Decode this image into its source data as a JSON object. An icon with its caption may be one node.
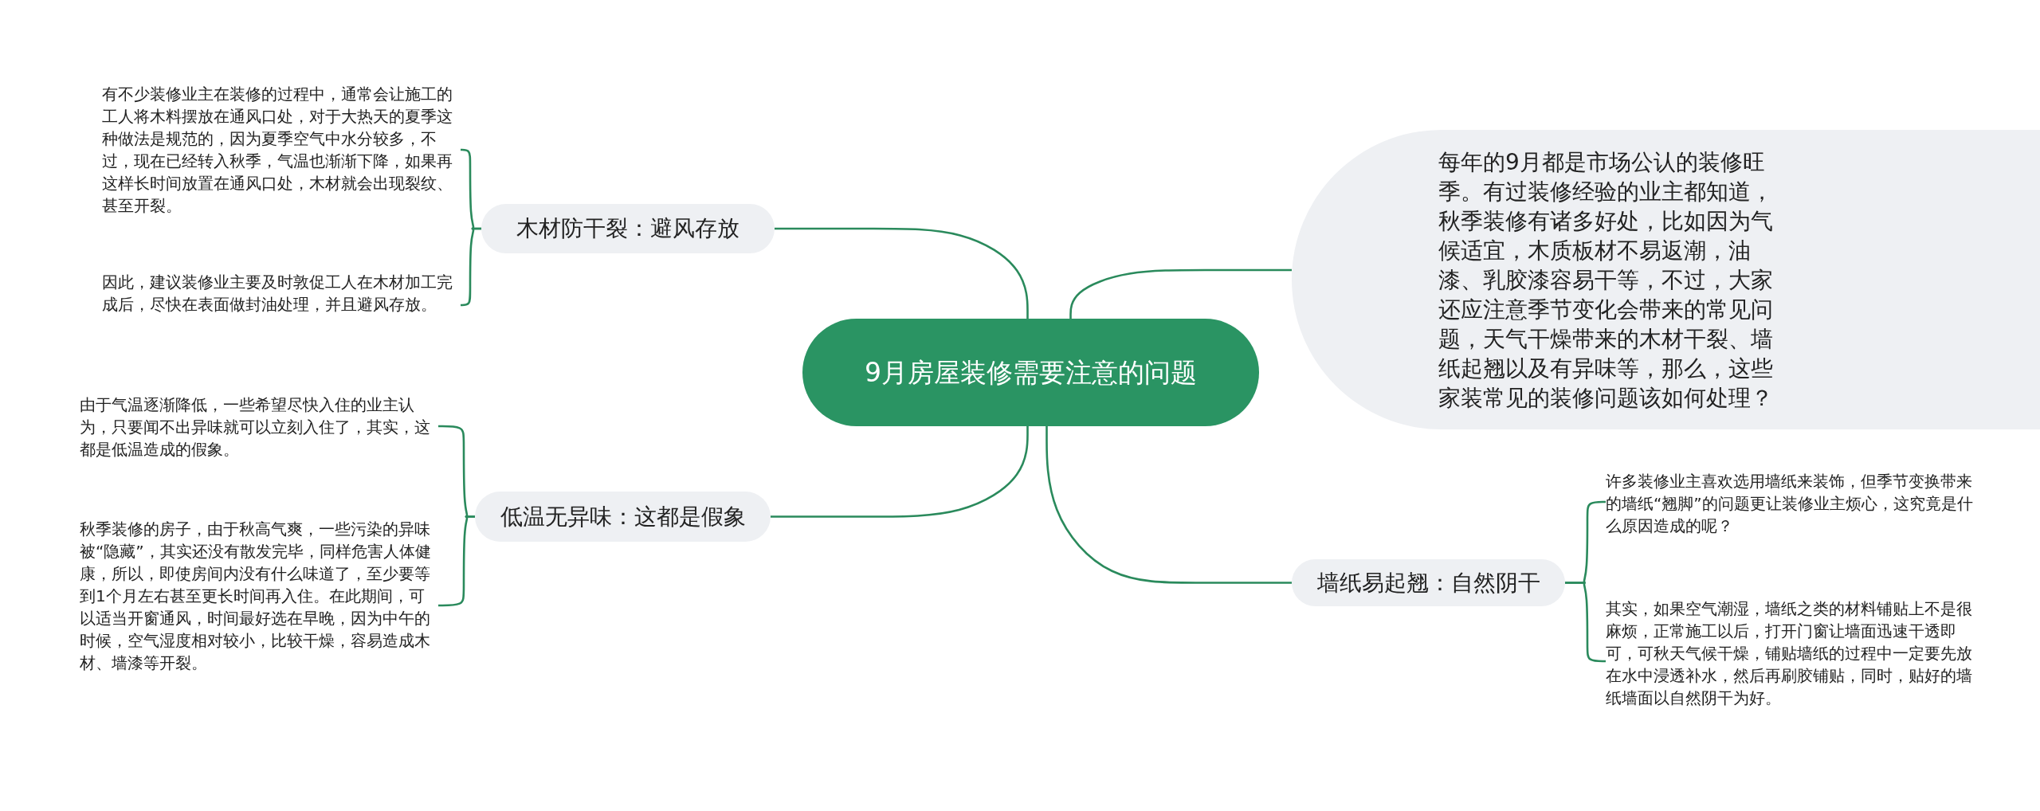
{
  "diagram": {
    "nodes": [
      {
        "text": [
          "9月房屋装修需要注意的问题"
        ]
      },
      {
        "text": [
          "木材防干裂：避风存放"
        ]
      },
      {
        "text": [
          "有不少装修业主在装修的过程中，通常会让施工的工人将木料摆放在通风口处，对于大热天的夏季这种做法是规范的，因为夏季空气中水分较多，不过，现在已经转入秋季，气温也渐渐下降，如果再这样长时间放置在通风口处，木材就会出现裂纹、甚至开裂。"
        ]
      },
      {
        "text": [
          "因此，建议装修业主要及时敦促工人在木材加工完成后，尽快在表面做封油处理，并且避风存放。"
        ]
      },
      {
        "text": [
          "低温无异味：这都是假象"
        ]
      },
      {
        "text": [
          "由于气温逐渐降低，一些希望尽快入住的业主认为，只要闻不出异味就可以立刻入住了，其实，这都是低温造成的假象。"
        ]
      },
      {
        "text": [
          "秋季装修的房子，由于秋高气爽，一些污染的异味被“隐藏”，其实还没有散发完毕，同样危害人体健康，所以，即使房间内没有什么味道了，至少要等到1个月左右甚至更长时间再入住。在此期间，可以适当开窗通风，时间最好选在早晚，因为中午的时候，空气湿度相对较小，比较干燥，容易造成木材、墙漆等开裂。"
        ]
      },
      {
        "text": [
          "每年的9月都是市场公认的装修旺季。有过装修经验的业主都知道，秋季装修有诸多好处，比如因为气候适宜，木质板材不易返潮，油漆、乳胶漆容易干等，不过，大家还应注意季节变化会带来的常见问题，天气干燥带来的木材干裂、墙纸起翘以及有异味等，那么，这些家装常见的装修问题该如何处理？"
        ]
      },
      {
        "text": [
          "墙纸易起翘：自然阴干"
        ]
      },
      {
        "text": [
          "许多装修业主喜欢选用墙纸来装饰，但季节变换带来的墙纸“翘脚”的问题更让装修业主烦心，这究竟是什么原因造成的呢？"
        ]
      },
      {
        "text": [
          "其实，如果空气潮湿，墙纸之类的材料铺贴上不是很麻烦，正常施工以后，打开门窗让墙面迅速干透即可，可秋天气候干燥，铺贴墙纸的过程中一定要先放在水中浸透补水，然后再刷胶铺贴，同时，贴好的墙纸墙面以自然阴干为好。"
        ]
      }
    ],
    "edges": [
      {
        "from": 0,
        "to": 1,
        "arrow": "none"
      },
      {
        "from": 1,
        "to": 2,
        "arrow": "none"
      },
      {
        "from": 1,
        "to": 3,
        "arrow": "none"
      },
      {
        "from": 0,
        "to": 4,
        "arrow": "none"
      },
      {
        "from": 4,
        "to": 5,
        "arrow": "none"
      },
      {
        "from": 4,
        "to": 6,
        "arrow": "none"
      },
      {
        "from": 0,
        "to": 7,
        "arrow": "none"
      },
      {
        "from": 0,
        "to": 8,
        "arrow": "none"
      },
      {
        "from": 8,
        "to": 9,
        "arrow": "none"
      },
      {
        "from": 8,
        "to": 10,
        "arrow": "none"
      }
    ]
  }
}
